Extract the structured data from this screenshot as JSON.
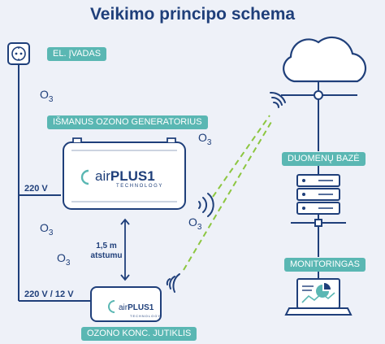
{
  "title": "Veikimo principo schema",
  "labels": {
    "power_input": "EL. ĮVADAS",
    "ozone_generator": "IŠMANUS OZONO GENERATORIUS",
    "sensor": "OZONO KONC. JUTIKLIS",
    "database": "DUOMENŲ BAZĖ",
    "monitoring": "MONITORINGAS",
    "voltage_generator": "220 V",
    "voltage_sensor": "220 V / 12 V",
    "distance_value": "1,5 m",
    "distance_unit": "atstumu"
  },
  "ozone_symbol": {
    "base": "O",
    "sub": "3"
  },
  "brand": {
    "name_prefix": "air",
    "name_main": "PLUS1",
    "tagline": "TECHNOLOGY"
  },
  "colors": {
    "navy": "#1f3f7a",
    "teal": "#5ab7b3",
    "green_dashed": "#8cc63f",
    "background": "#eef1f8"
  }
}
